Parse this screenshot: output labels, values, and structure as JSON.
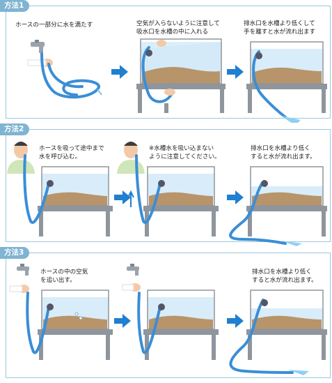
{
  "methods": [
    {
      "tab": "方法1",
      "steps": [
        "ホースの一部分に水を満たす",
        "空気が入らないように注意して\n吸水口を水槽の中に入れる",
        "排水口を水槽より低くして\n手を離すと水が流れ出ます"
      ]
    },
    {
      "tab": "方法2",
      "steps": [
        "ホースを吸って途中まで\n水を呼び込む。",
        "※水槽水を吸い込まない\nように注意してください。",
        "排水口を水槽より低く\nすると水が流れ出ます。"
      ]
    },
    {
      "tab": "方法3",
      "steps": [
        "ホースの中の空気\nを追い出す。",
        "",
        "排水口を水槽より低く\nすると水が流れ出ます。"
      ]
    }
  ],
  "colors": {
    "accent": "#7fb4d2",
    "arrow": "#1f7fd1",
    "hose": "#3a8ed6",
    "water": "#bfe0f5",
    "gravel": "#b8946a",
    "frame": "#8f959c"
  }
}
